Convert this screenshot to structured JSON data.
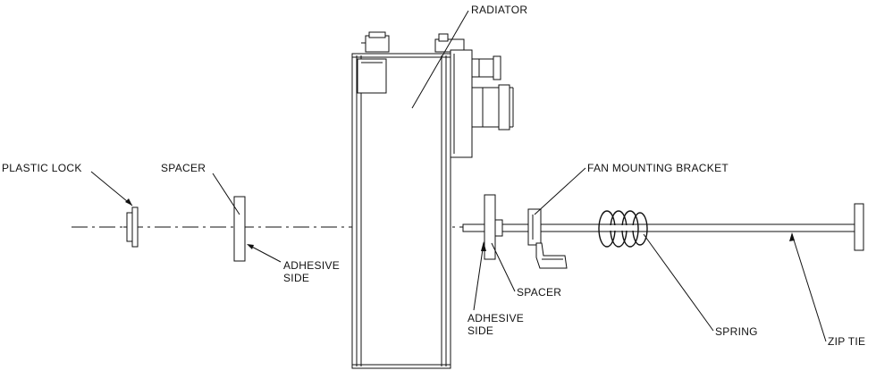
{
  "labels": {
    "radiator": "RADIATOR",
    "plastic_lock": "PLASTIC LOCK",
    "spacer_left": "SPACER",
    "adhesive_left_line1": "ADHESIVE",
    "adhesive_left_line2": "SIDE",
    "fan_mounting_bracket": "FAN MOUNTING BRACKET",
    "spacer_right": "SPACER",
    "adhesive_right_line1": "ADHESIVE",
    "adhesive_right_line2": "SIDE",
    "spring": "SPRING",
    "zip_tie": "ZIP TIE"
  }
}
